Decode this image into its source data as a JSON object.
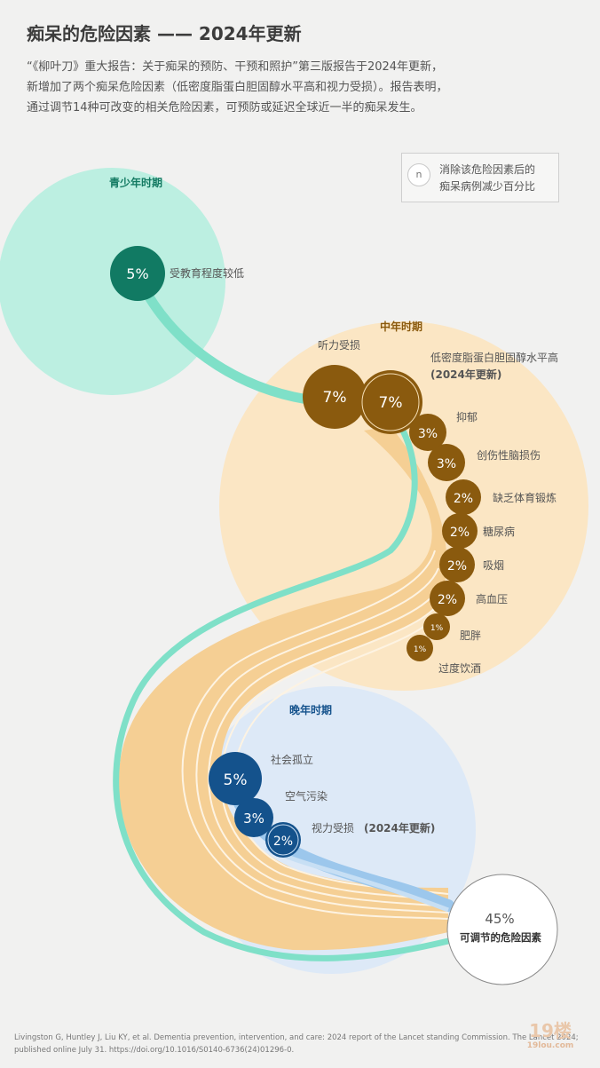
{
  "title": "痴呆的危险因素 —— 2024年更新",
  "intro": [
    "“《柳叶刀》重大报告：关于痴呆的预防、干预和照护”第三版报告于2024年更新，",
    "新增加了两个痴呆危险因素（低密度脂蛋白胆固醇水平高和视力受损）。报告表明，",
    "通过调节14种可改变的相关危险因素，可预防或延迟全球近一半的痴呆发生。"
  ],
  "legend": {
    "symbol": "n",
    "lines": [
      "消除该危险因素后的",
      "痴呆病例减少百分比"
    ]
  },
  "stages": {
    "youth": "青少年时期",
    "midlife": "中年时期",
    "late": "晚年时期"
  },
  "youth_factors": [
    {
      "pct": "5%",
      "label": "受教育程度较低"
    }
  ],
  "midlife_factors": [
    {
      "pct": "7%",
      "label": "听力受损"
    },
    {
      "pct": "7%",
      "label": "低密度脂蛋白胆固醇水平高",
      "label2": "(2024年更新)"
    },
    {
      "pct": "3%",
      "label": "抑郁"
    },
    {
      "pct": "3%",
      "label": "创伤性脑损伤"
    },
    {
      "pct": "2%",
      "label": "缺乏体育锻炼"
    },
    {
      "pct": "2%",
      "label": "糖尿病"
    },
    {
      "pct": "2%",
      "label": "吸烟"
    },
    {
      "pct": "2%",
      "label": "高血压"
    },
    {
      "pct": "1%",
      "label": "肥胖"
    },
    {
      "pct": "1%",
      "label": "过度饮酒"
    }
  ],
  "late_factors": [
    {
      "pct": "5%",
      "label": "社会孤立"
    },
    {
      "pct": "3%",
      "label": "空气污染"
    },
    {
      "pct": "2%",
      "label": "视力受损",
      "label2": "(2024年更新)"
    }
  ],
  "total": {
    "pct": "45%",
    "label": "可调节的危险因素"
  },
  "source": [
    "Livingston G, Huntley J, Liu KY, et al.  Dementia prevention, intervention, and care: 2024 report of the Lancet standing Commission. The Lancet 2024;",
    "published online July 31. https://doi.org/10.1016/S0140-6736(24)01296-0."
  ],
  "watermark": {
    "main": "19楼",
    "sub": "19lou.com"
  },
  "colors": {
    "youth_bg": "#bcefe1",
    "youth_circle": "#117a63",
    "youth_band": "#7fe0c8",
    "midlife_bg": "#fbe6c4",
    "midlife_circle": "#8a5a0e",
    "midlife_band": "#f5cf94",
    "late_bg": "#dde9f7",
    "late_circle": "#14528c",
    "late_band": "#9cc7ec"
  }
}
